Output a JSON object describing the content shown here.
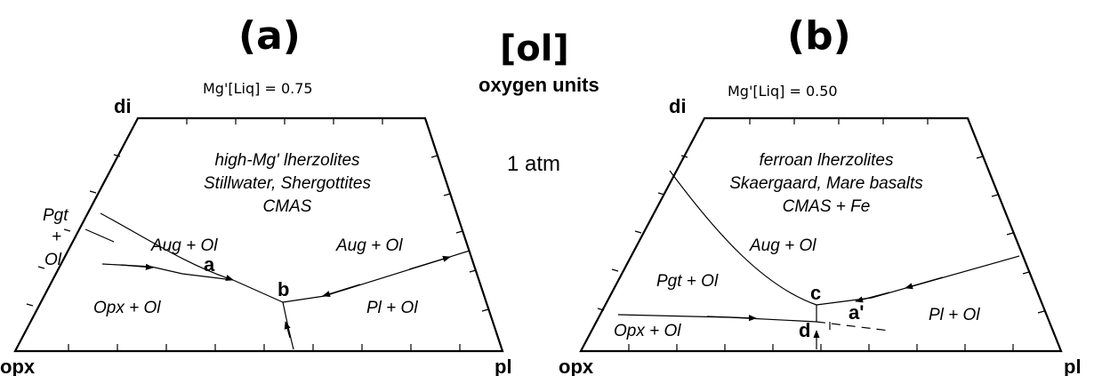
{
  "heading": {
    "left_panel_label": "(a)",
    "right_panel_label": "(b)",
    "projection": "[ol]",
    "units": "oxygen units",
    "pressure": "1 atm"
  },
  "panel_a": {
    "mg_ratio": "Mg'[Liq] = 0.75",
    "vertices": {
      "top_left": "di",
      "bottom_left": "opx",
      "bottom_right": "pl"
    },
    "composition": [
      "high-Mg' lherzolites",
      "Stillwater, Shergottites",
      "CMAS"
    ],
    "fields": {
      "pgt": [
        "Pgt",
        "+",
        "Ol"
      ],
      "aug_left": "Aug + Ol",
      "aug_right": "Aug + Ol",
      "opx": "Opx + Ol",
      "pl": "Pl + Ol"
    },
    "points": {
      "a": "a",
      "b": "b"
    }
  },
  "panel_b": {
    "mg_ratio": "Mg'[Liq] = 0.50",
    "vertices": {
      "top_left": "di",
      "bottom_left": "opx",
      "bottom_right": "pl"
    },
    "composition": [
      "ferroan lherzolites",
      "Skaergaard,  Mare basalts",
      "CMAS + Fe"
    ],
    "fields": {
      "aug": "Aug + Ol",
      "pgt": "Pgt + Ol",
      "opx": "Opx + Ol",
      "pl": "Pl + Ol"
    },
    "points": {
      "c": "c",
      "d": "d",
      "a_prime": "a'"
    }
  }
}
